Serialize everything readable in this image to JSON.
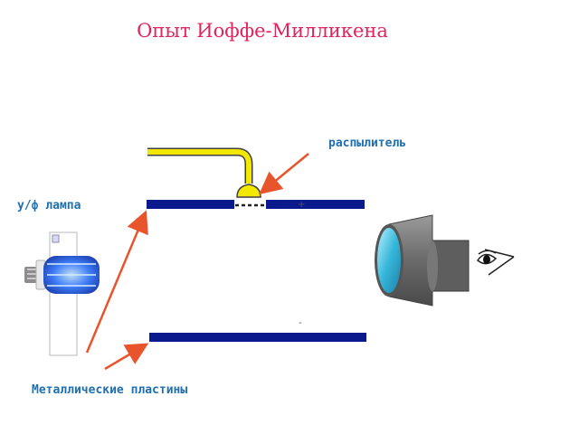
{
  "title": "Опыт Иоффе-Милликена",
  "labels": {
    "sprayer": "распылитель",
    "uv_lamp": "у/ф лампа",
    "plates": "Металлические пластины"
  },
  "plate_signs": {
    "top": "+",
    "bottom": "-"
  },
  "colors": {
    "title": "#e0245e",
    "labels": "#1f6fae",
    "plates": "#0a1a8c",
    "tube": "#f2e800",
    "arrows": "#e8542c",
    "lamp_glow": "#2a6cf0",
    "microscope_lens": "#48c8e0",
    "microscope_body": "#6e6e6e"
  },
  "icons": [
    "uv-lamp-icon",
    "microscope-icon",
    "eye-icon",
    "sprayer-nozzle-icon"
  ]
}
